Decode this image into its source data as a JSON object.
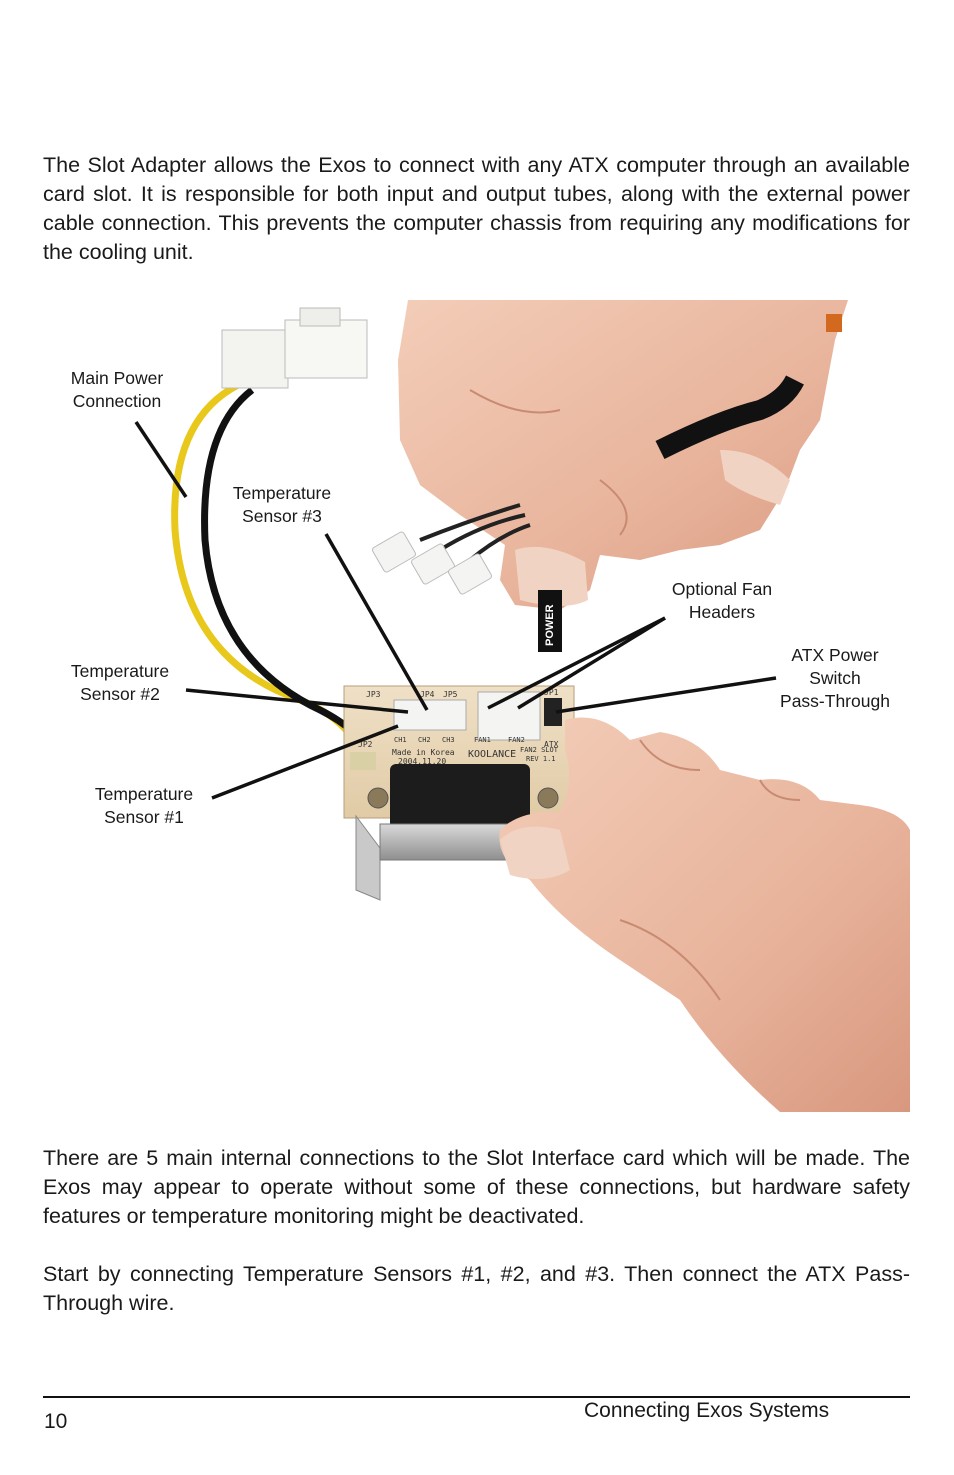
{
  "intro": "The Slot Adapter allows the Exos to connect with any ATX computer through an available card slot. It is responsible for both input and output tubes, along with the external power cable connection. This prevents the computer chassis from requiring any modifications for the cooling unit.",
  "figure": {
    "callouts": {
      "main_power": [
        "Main Power",
        "Connection"
      ],
      "temp3": [
        "Temperature",
        "Sensor #3"
      ],
      "fan_headers": [
        "Optional Fan",
        "Headers"
      ],
      "atx_switch": [
        "ATX Power",
        "Switch",
        "Pass-Through"
      ],
      "temp2": [
        "Temperature",
        "Sensor #2"
      ],
      "temp1": [
        "Temperature",
        "Sensor #1"
      ]
    },
    "board_labels": {
      "jp3": "JP3",
      "jp4": "JP4",
      "jp5": "JP5",
      "jp2": "JP2",
      "fan1": "FAN1",
      "fan2": "FAN2",
      "atx_top": "JP1",
      "atx": "ATX",
      "ch1": "CH1",
      "ch2": "CH2",
      "ch3": "CH3",
      "made_in": "Made in Korea",
      "date": "2004.11.20",
      "brand": "KOOLANCE",
      "model": "FAN2 SLOT",
      "rev": "REV 1.1",
      "power_tag": "POWER"
    }
  },
  "body_text": [
    "There are 5 main internal connections to the Slot Interface card which will be made. The Exos may appear to operate without some of these connections, but hardware safety features or temperature monitoring might be deactivated.",
    "Start by connecting Temperature Sensors #1, #2, and #3. Then connect the ATX Pass-Through wire."
  ],
  "footer": {
    "page_number": "10",
    "section_title": "Connecting Exos Systems"
  }
}
